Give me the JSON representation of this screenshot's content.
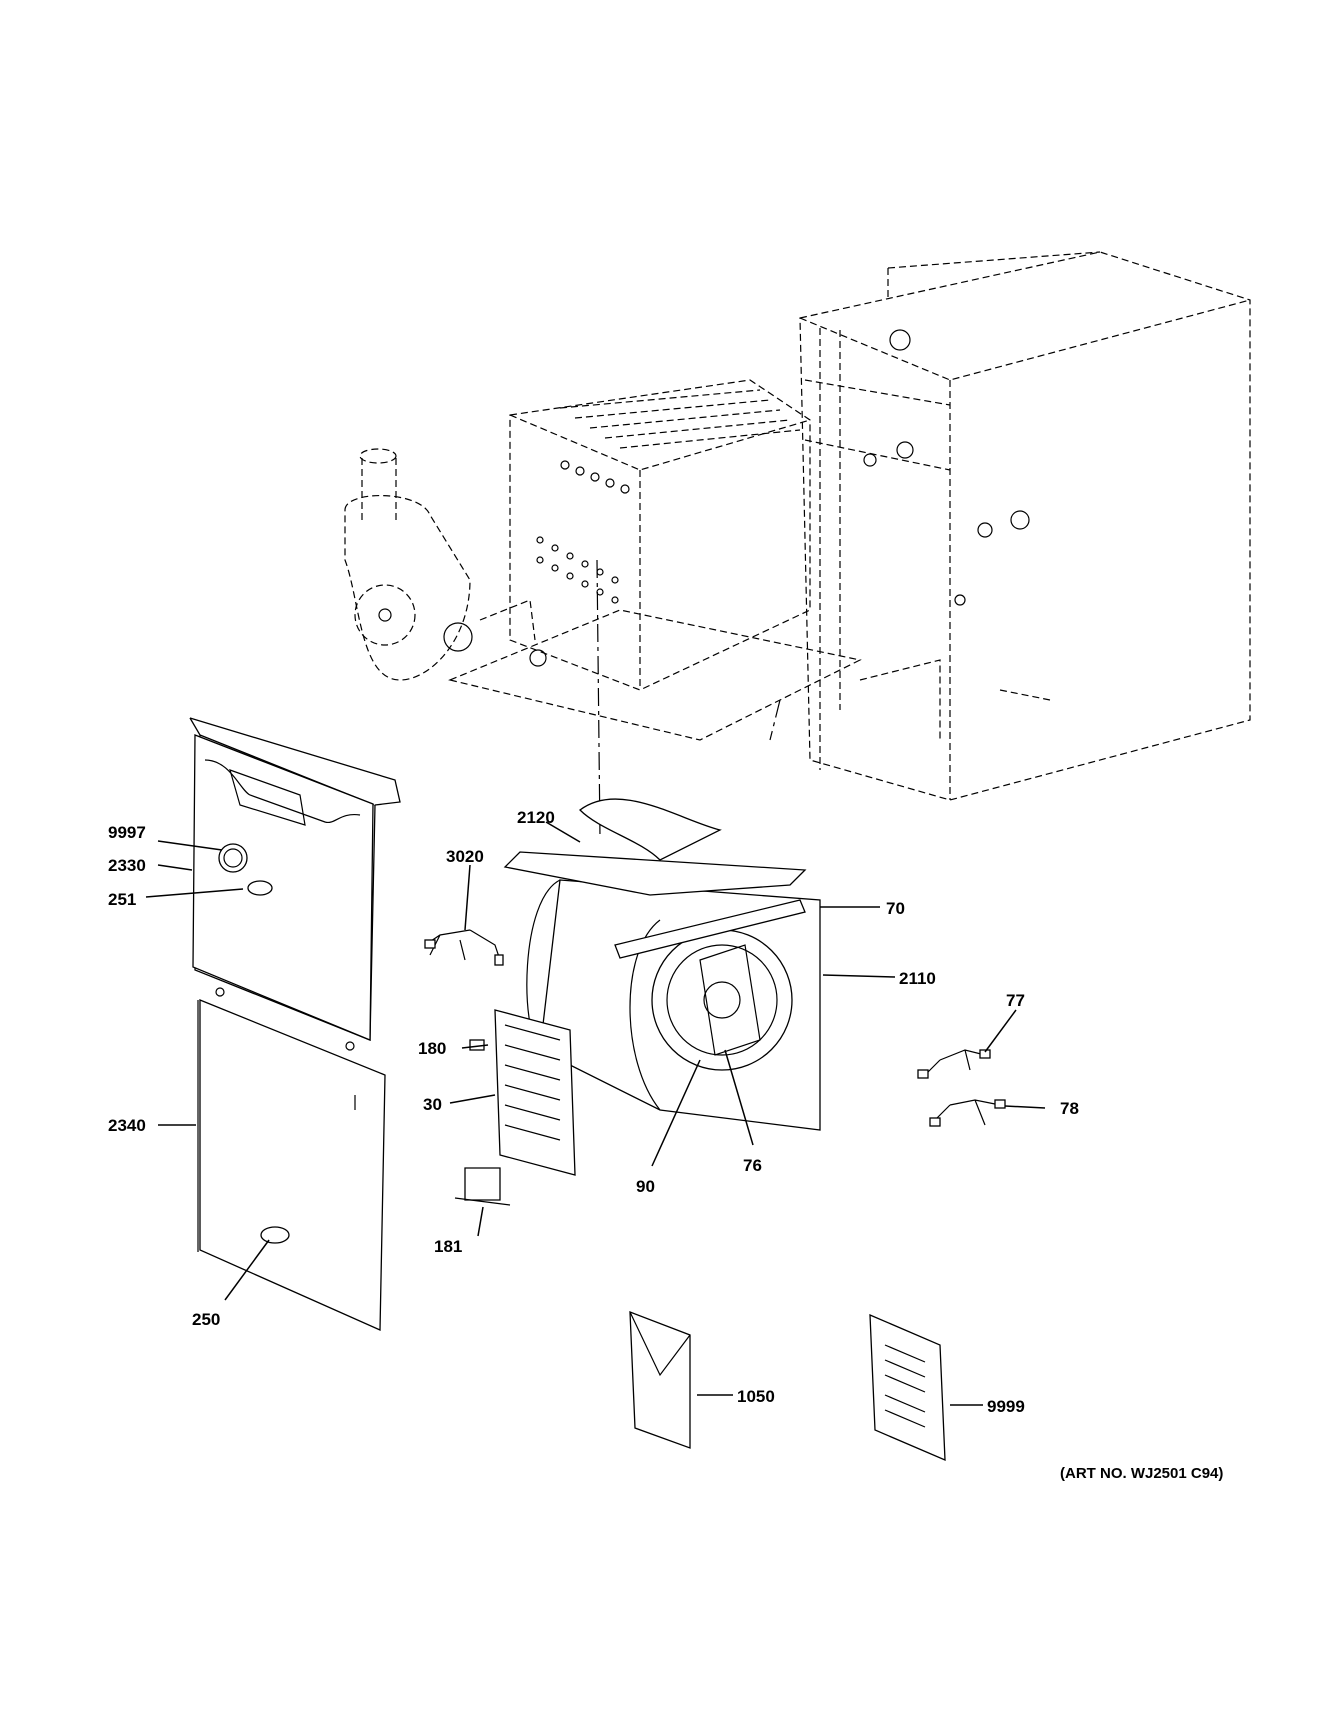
{
  "callouts": [
    {
      "id": "9997",
      "text": "9997"
    },
    {
      "id": "2330",
      "text": "2330"
    },
    {
      "id": "251",
      "text": "251"
    },
    {
      "id": "2340",
      "text": "2340"
    },
    {
      "id": "250",
      "text": "250"
    },
    {
      "id": "3020",
      "text": "3020"
    },
    {
      "id": "2120",
      "text": "2120"
    },
    {
      "id": "70",
      "text": "70"
    },
    {
      "id": "2110",
      "text": "2110"
    },
    {
      "id": "180",
      "text": "180"
    },
    {
      "id": "30",
      "text": "30"
    },
    {
      "id": "181",
      "text": "181"
    },
    {
      "id": "90",
      "text": "90"
    },
    {
      "id": "76",
      "text": "76"
    },
    {
      "id": "77",
      "text": "77"
    },
    {
      "id": "78",
      "text": "78"
    },
    {
      "id": "1050",
      "text": "1050"
    },
    {
      "id": "9999",
      "text": "9999"
    }
  ],
  "art_number": "(ART NO. WJ2501 C94)"
}
